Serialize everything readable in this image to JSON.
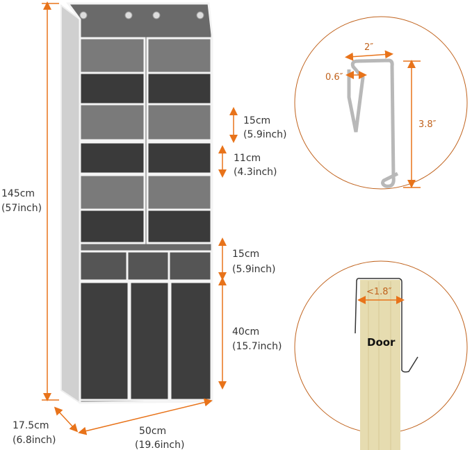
{
  "accent_color": "#e8731a",
  "dimensions": {
    "height_cm": "145cm",
    "height_inch": "(57inch)",
    "pocket_top_cm": "15cm",
    "pocket_top_inch": "(5.9inch)",
    "pocket_mid_cm": "11cm",
    "pocket_mid_inch": "(4.3inch)",
    "pocket_small_cm": "15cm",
    "pocket_small_inch": "(5.9inch)",
    "pocket_tall_cm": "40cm",
    "pocket_tall_inch": "(15.7inch)",
    "depth_cm": "17.5cm",
    "depth_inch": "(6.8inch)",
    "width_cm": "50cm",
    "width_inch": "(19.6inch)"
  },
  "hook": {
    "width": "2″",
    "gap": "0.6″",
    "height": "3.8″"
  },
  "door": {
    "thickness": "<1.8″",
    "label": "Door"
  }
}
